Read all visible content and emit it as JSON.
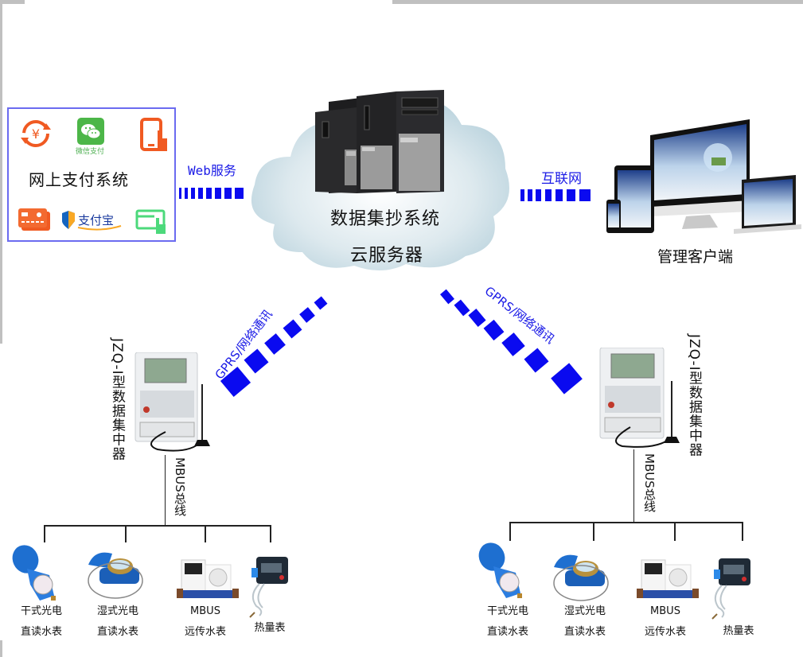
{
  "payment": {
    "title": "网上支付系统",
    "icons": [
      "yen-refresh-icon",
      "wechat-pay-icon",
      "mobile-tap-icon",
      "bank-card-icon",
      "alipay-icon",
      "card-tap-icon"
    ],
    "wechat_label": "微信支付",
    "alipay_label": "支付宝",
    "link_label": "Web服务"
  },
  "server": {
    "line1": "数据集抄系统",
    "line2": "云服务器"
  },
  "client": {
    "label": "管理客户端",
    "link_label": "互联网"
  },
  "gprs": {
    "left_label": "GPRS/网络通讯",
    "right_label": "GPRS/网络通讯"
  },
  "concentrators": [
    {
      "name": "JZQ-I型数据集中器",
      "bus_label": "MBUS总线"
    },
    {
      "name": "JZQ-I型数据集中器",
      "bus_label": "MBUS总线"
    }
  ],
  "meter_groups": [
    {
      "meters": [
        {
          "line1": "干式光电",
          "line2": "直读水表"
        },
        {
          "line1": "湿式光电",
          "line2": "直读水表"
        },
        {
          "line1": "MBUS",
          "line2": "远传水表"
        },
        {
          "line1": "热量表",
          "line2": ""
        }
      ]
    },
    {
      "meters": [
        {
          "line1": "干式光电",
          "line2": "直读水表"
        },
        {
          "line1": "湿式光电",
          "line2": "直读水表"
        },
        {
          "line1": "MBUS",
          "line2": "远传水表"
        },
        {
          "line1": "热量表",
          "line2": ""
        }
      ]
    }
  ],
  "colors": {
    "link_blue": "#0a0af0",
    "label_blue": "#1a1ae6",
    "payment_border": "#6b6bf0",
    "cloud": "#c7dde6"
  }
}
